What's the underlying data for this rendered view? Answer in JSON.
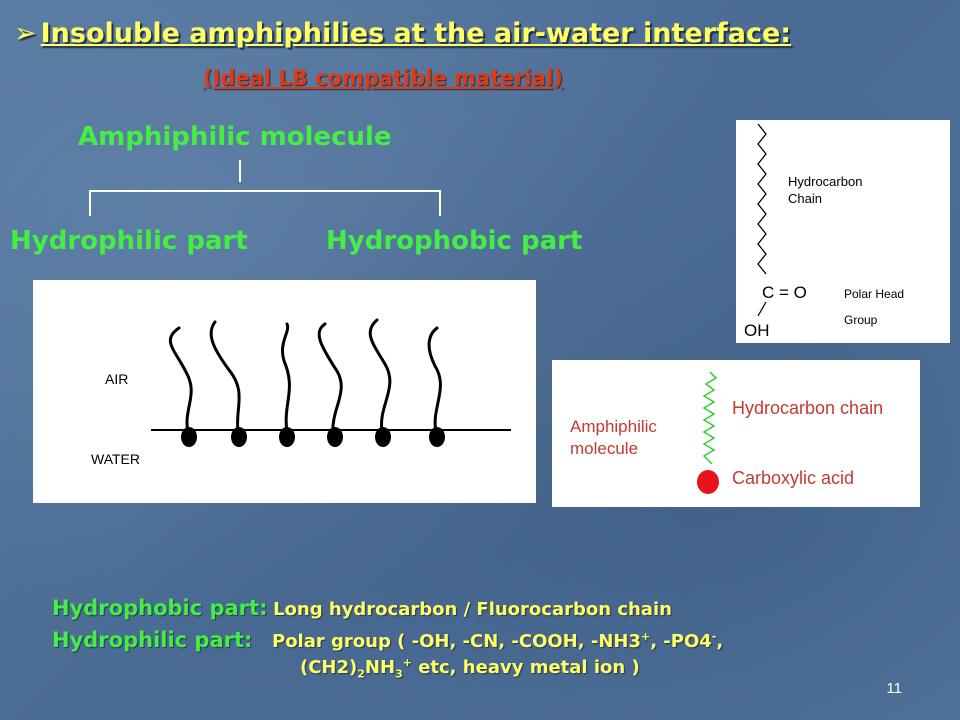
{
  "title": {
    "bullet": "➢",
    "text": "Insoluble amphiphilies at the air-water interface:"
  },
  "subtitle": "(Ideal LB compatible material)",
  "tree": {
    "root": "Amphiphilic molecule",
    "left": "Hydrophilic part",
    "right": "Hydrophobic part"
  },
  "figure_monolayer": {
    "air_label": "AIR",
    "water_label": "WATER"
  },
  "figure_chain": {
    "chain_label_1": "Hydrocarbon",
    "chain_label_2": "Chain",
    "co_label": "C = O",
    "oh_label": "OH",
    "head_label_1": "Polar Head",
    "head_label_2": "Group"
  },
  "figure_acid": {
    "molecule_label_1": "Amphiphilic",
    "molecule_label_2": "molecule",
    "chain_label": "Hydrocarbon chain",
    "acid_label": "Carboxylic acid"
  },
  "bottom": {
    "hydrophobic_label": "Hydrophobic part:",
    "hydrophobic_value": "Long hydrocarbon / Fluorocarbon chain",
    "hydrophilic_label": "Hydrophilic part:",
    "hydrophilic_value_a": "Polar group ( -OH, -CN, -COOH, -NH3",
    "sup_plus": "+",
    "hydrophilic_value_b": ", -PO4",
    "sup_minus": "-",
    "hydrophilic_value_c": ",",
    "line3_a": "(CH2)",
    "sub_2": "2",
    "line3_b": "NH",
    "sub_3": "3",
    "sup_plus_2": "+",
    "line3_c": " etc, heavy metal ion )"
  },
  "page_number": "11",
  "colors": {
    "background": "#4d6f98",
    "title_yellow": "#ffff66",
    "subtitle_red": "#e03a12",
    "label_green": "#44ee44",
    "acid_head_red": "#e8141c",
    "chain_green": "#33cc33"
  }
}
